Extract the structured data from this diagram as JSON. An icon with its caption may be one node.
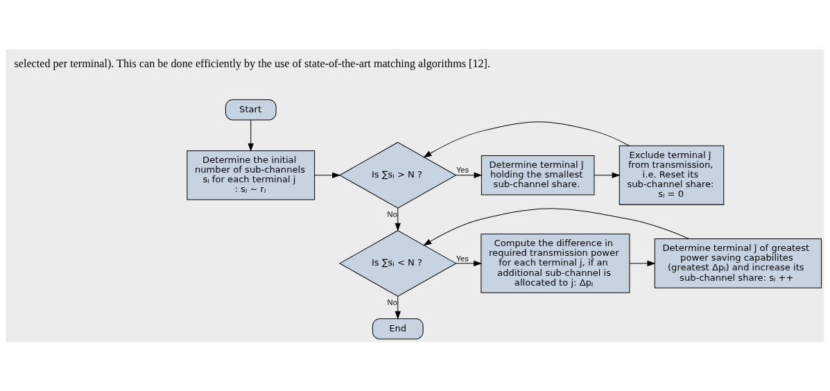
{
  "diagram": {
    "nodes": [
      {
        "text": [
          "Start"
        ]
      },
      {
        "text": [
          "Determine the initial number of sub-channels sⱼ for each terminal j : sⱼ ~ rⱼ"
        ]
      },
      {
        "text": [
          "Is ∑sⱼ > N ?"
        ]
      },
      {
        "text": [
          "Determine terminal ĵ holding the smallest sub-channel share."
        ]
      },
      {
        "text": [
          "Exclude terminal ĵ from transmission, i.e. Reset its sub-channel share: sⱼ = 0"
        ]
      },
      {
        "text": [
          "Is ∑sⱼ < N ?"
        ]
      },
      {
        "text": [
          "Compute the difference in required transmission power for each terminal j, if an additional sub-channel is allocated to j: Δpⱼ"
        ]
      },
      {
        "text": [
          "Determine terminal ĵ of greatest power saving capabilites (greatest Δpⱼ) and increase its sub-channel share: sⱼ ++"
        ]
      },
      {
        "text": [
          "End"
        ]
      }
    ],
    "edges": [
      {
        "from": 0,
        "to": 1,
        "arrow": "to"
      },
      {
        "from": 1,
        "to": 2,
        "arrow": "to"
      },
      {
        "from": 2,
        "to": 3,
        "arrow": "to",
        "label": "Yes"
      },
      {
        "from": 3,
        "to": 4,
        "arrow": "to"
      },
      {
        "from": 4,
        "to": 2,
        "arrow": "to"
      },
      {
        "from": 2,
        "to": 5,
        "arrow": "to",
        "label": "No"
      },
      {
        "from": 5,
        "to": 6,
        "arrow": "to",
        "label": "Yes"
      },
      {
        "from": 6,
        "to": 7,
        "arrow": "to"
      },
      {
        "from": 7,
        "to": 5,
        "arrow": "to"
      },
      {
        "from": 5,
        "to": 8,
        "arrow": "to",
        "label": "No"
      }
    ],
    "labels": [
      "selected per terminal). This can be done efficiently by the use of state-of-the-art matching algorithms [12]."
    ]
  }
}
